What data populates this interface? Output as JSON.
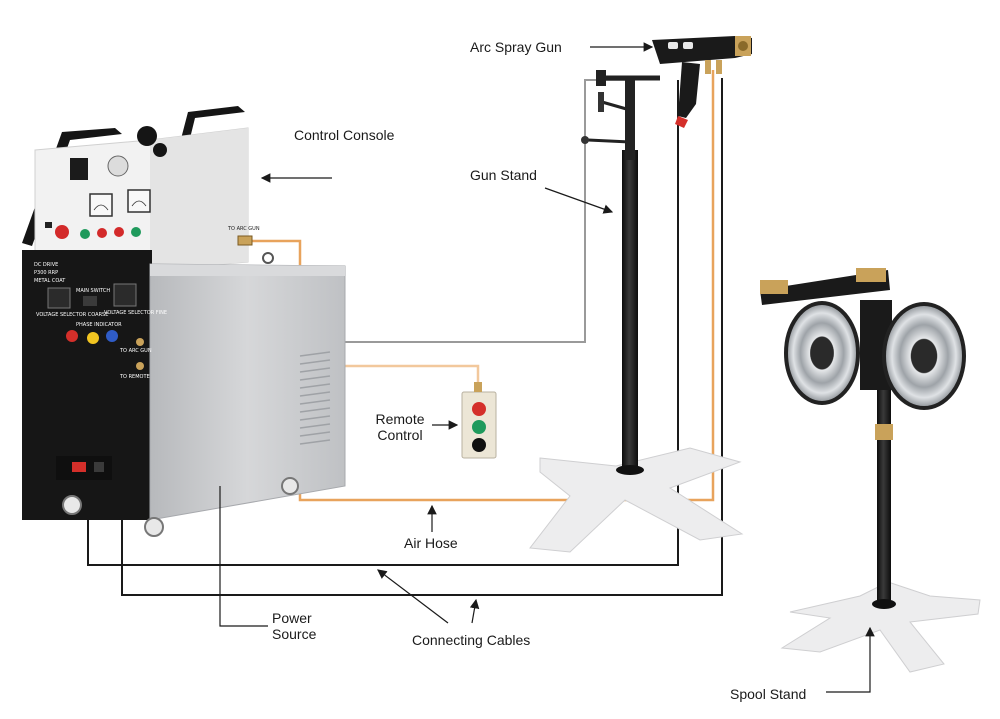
{
  "labels": {
    "arc_spray_gun": "Arc Spray Gun",
    "control_console": "Control Console",
    "gun_stand": "Gun Stand",
    "remote_control_line1": "Remote",
    "remote_control_line2": "Control",
    "air_hose": "Air Hose",
    "power_source_line1": "Power",
    "power_source_line2": "Source",
    "connecting_cables": "Connecting Cables",
    "spool_stand": "Spool Stand"
  },
  "machine_text": {
    "badge_line1": "DC DRIVE",
    "badge_line2": "P300 RRP",
    "badge_line3": "METAL COAT",
    "main_switch": "MAIN SWITCH",
    "phase_indicator": "PHASE INDICATOR",
    "voltage_selector_coarse": "VOLTAGE SELECTOR COARSE",
    "voltage_selector_fine": "VOLTAGE SELECTOR FINE",
    "to_remote": "TO REMOTE",
    "to_arc_gun": "TO ARC GUN"
  },
  "colors": {
    "air_hose": "#e8a35c",
    "cable": "#1a1a1a",
    "gray_cable": "#9a9a9a",
    "console_white": "#f2f2f2",
    "cabinet_gray": "#c9cacc",
    "stand_black": "#1b1b1b",
    "base_white": "#ededee",
    "wire_silver": "#b8bcc2",
    "brass": "#c9a25a"
  }
}
